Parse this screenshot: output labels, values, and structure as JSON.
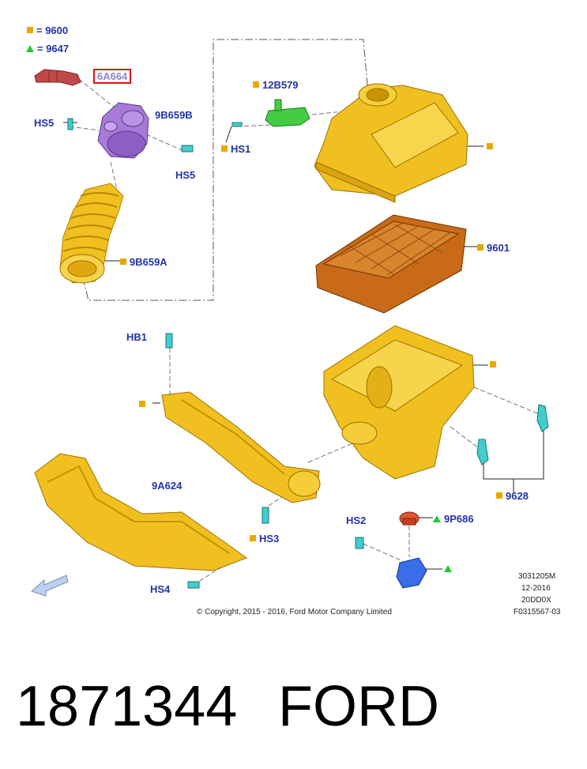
{
  "legend": {
    "square_label": "= 9600",
    "triangle_label": "= 9647"
  },
  "callouts": {
    "part_6A664": "6A664",
    "part_9B659B": "9B659B",
    "part_9B659A": "9B659A",
    "part_12B579": "12B579",
    "part_9601": "9601",
    "part_9628": "9628",
    "part_9A624": "9A624",
    "part_9P686": "9P686",
    "hs5_a": "HS5",
    "hs5_b": "HS5",
    "hs1": "HS1",
    "hb1": "HB1",
    "hs3": "HS3",
    "hs2": "HS2",
    "hs4": "HS4"
  },
  "footer": {
    "copyright": "© Copyright, 2015 - 2016, Ford Motor Company Limited",
    "code1": "3031205M",
    "code2": "12-2016",
    "code3": "20DD0X",
    "code4": "F0315567-03"
  },
  "caption": {
    "part_number": "1871344",
    "brand": "FORD"
  },
  "colors": {
    "yellow_part": "#f0c020",
    "orange_filter": "#c86a18",
    "purple_part": "#a77ad8",
    "green_sensor": "#44cc44",
    "cyan_fastener": "#44cccc",
    "blue_bracket": "#3a6ee8",
    "red_hose": "#c04848",
    "label_blue": "#2233aa",
    "marker_square": "#e8a800",
    "marker_triangle": "#22cc33"
  }
}
